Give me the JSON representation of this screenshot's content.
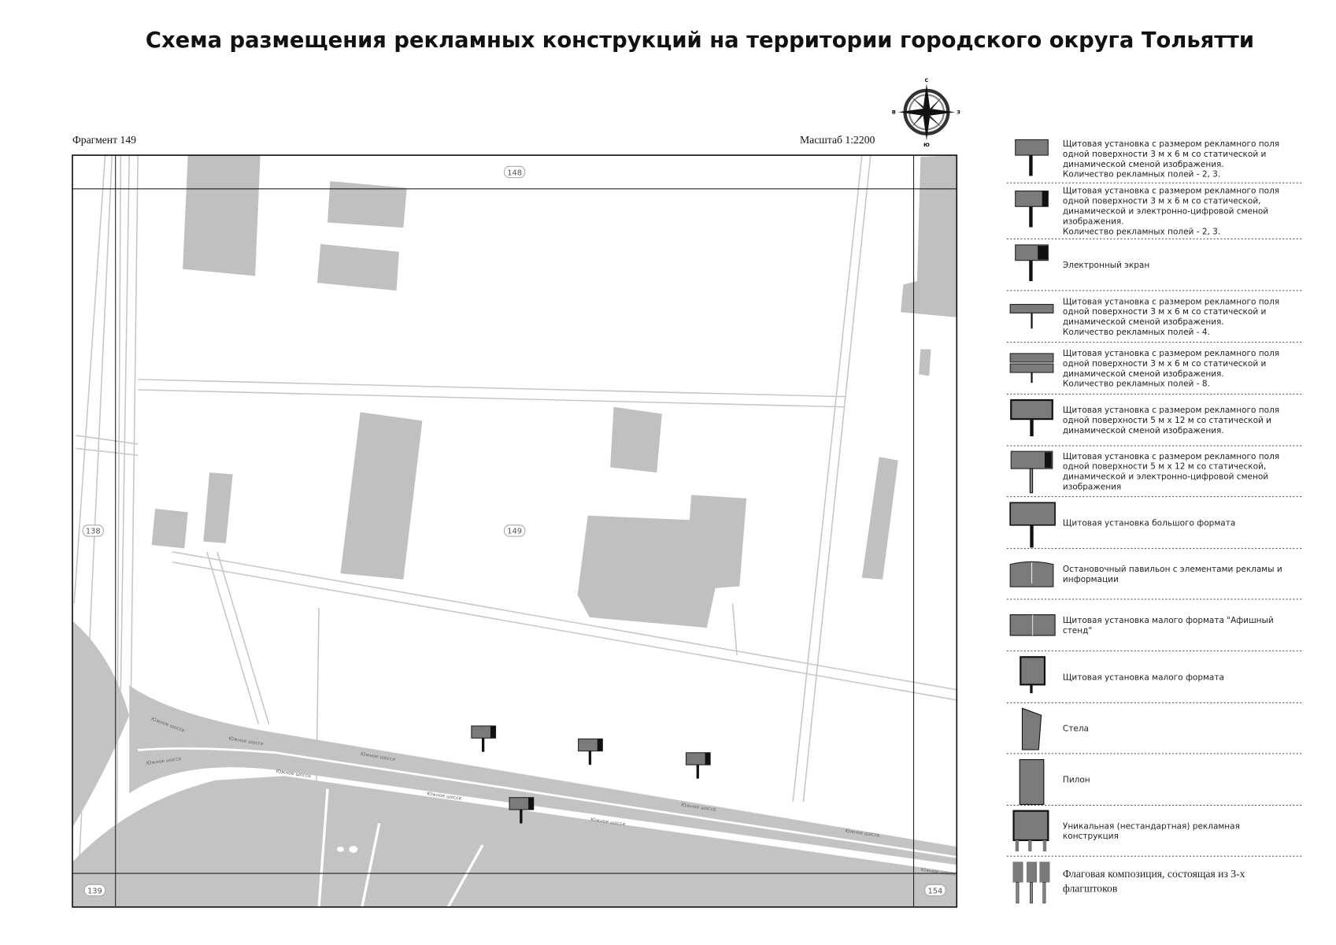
{
  "title": "Схема размещения рекламных конструкций на территории городского округа Тольятти",
  "fragment_label": "Фрагмент 149",
  "scale_label": "Масштаб 1:2200",
  "compass": {
    "north": "С",
    "west": "В",
    "east": "З",
    "south": "Ю"
  },
  "map": {
    "zones": [
      "148",
      "149",
      "138",
      "139",
      "154"
    ],
    "streets": [
      "Южное шоссе"
    ],
    "colors": {
      "building": "#c0c0c0",
      "road": "#c3c3c3",
      "billboard": "#7a7a7a"
    }
  },
  "legend": [
    {
      "icon": "billboard-3x6-icon",
      "serif": false,
      "lines": [
        "Щитовая установка с размером рекламного поля",
        "одной поверхности 3 м х 6 м со статической и",
        "динамической сменой изображения.",
        "Количество рекламных полей - 2, 3."
      ]
    },
    {
      "icon": "billboard-3x6-digital-icon",
      "serif": false,
      "lines": [
        "Щитовая установка с размером рекламного поля",
        "одной поверхности 3 м х 6 м со статической,",
        "динамической и электронно-цифровой сменой",
        "изображения.",
        "Количество рекламных полей - 2, 3."
      ]
    },
    {
      "icon": "electronic-screen-icon",
      "serif": false,
      "lines": [
        "Электронный экран"
      ]
    },
    {
      "icon": "billboard-4-fields-icon",
      "serif": false,
      "lines": [
        "Щитовая установка с размером рекламного поля",
        "одной поверхности 3 м х 6 м со статической и",
        "динамической сменой изображения.",
        "Количество рекламных полей - 4."
      ]
    },
    {
      "icon": "billboard-8-fields-icon",
      "serif": false,
      "lines": [
        "Щитовая установка с размером рекламного поля",
        "одной поверхности 3 м х 6 м со статической и",
        "динамической сменой изображения.",
        "Количество рекламных полей - 8."
      ]
    },
    {
      "icon": "billboard-5x12-icon",
      "serif": false,
      "lines": [
        "Щитовая установка с размером рекламного поля",
        "одной поверхности 5 м х 12 м со статической и",
        "динамической сменой изображения."
      ]
    },
    {
      "icon": "billboard-5x12-digital-icon",
      "serif": false,
      "lines": [
        "Щитовая установка с размером рекламного поля",
        "одной поверхности 5 м х 12 м со статической,",
        "динамической и электронно-цифровой сменой",
        "изображения"
      ]
    },
    {
      "icon": "large-format-billboard-icon",
      "serif": false,
      "lines": [
        "Щитовая установка большого формата"
      ]
    },
    {
      "icon": "bus-stop-pavilion-icon",
      "serif": false,
      "lines": [
        "Остановочный павильон с элементами рекламы и",
        "информации"
      ]
    },
    {
      "icon": "poster-stand-icon",
      "serif": false,
      "lines": [
        "Щитовая установка малого формата \"Афишный",
        "стенд\""
      ]
    },
    {
      "icon": "small-format-billboard-icon",
      "serif": false,
      "lines": [
        "Щитовая установка малого формата"
      ]
    },
    {
      "icon": "stela-icon",
      "serif": false,
      "lines": [
        "Стела"
      ]
    },
    {
      "icon": "pylon-icon",
      "serif": false,
      "lines": [
        "Пилон"
      ]
    },
    {
      "icon": "unique-structure-icon",
      "serif": false,
      "lines": [
        "Уникальная (нестандартная) рекламная",
        "конструкция"
      ]
    },
    {
      "icon": "flag-composition-icon",
      "serif": true,
      "lines": [
        "Флаговая композиция, состоящая из 3-х",
        "флагштоков"
      ]
    }
  ]
}
